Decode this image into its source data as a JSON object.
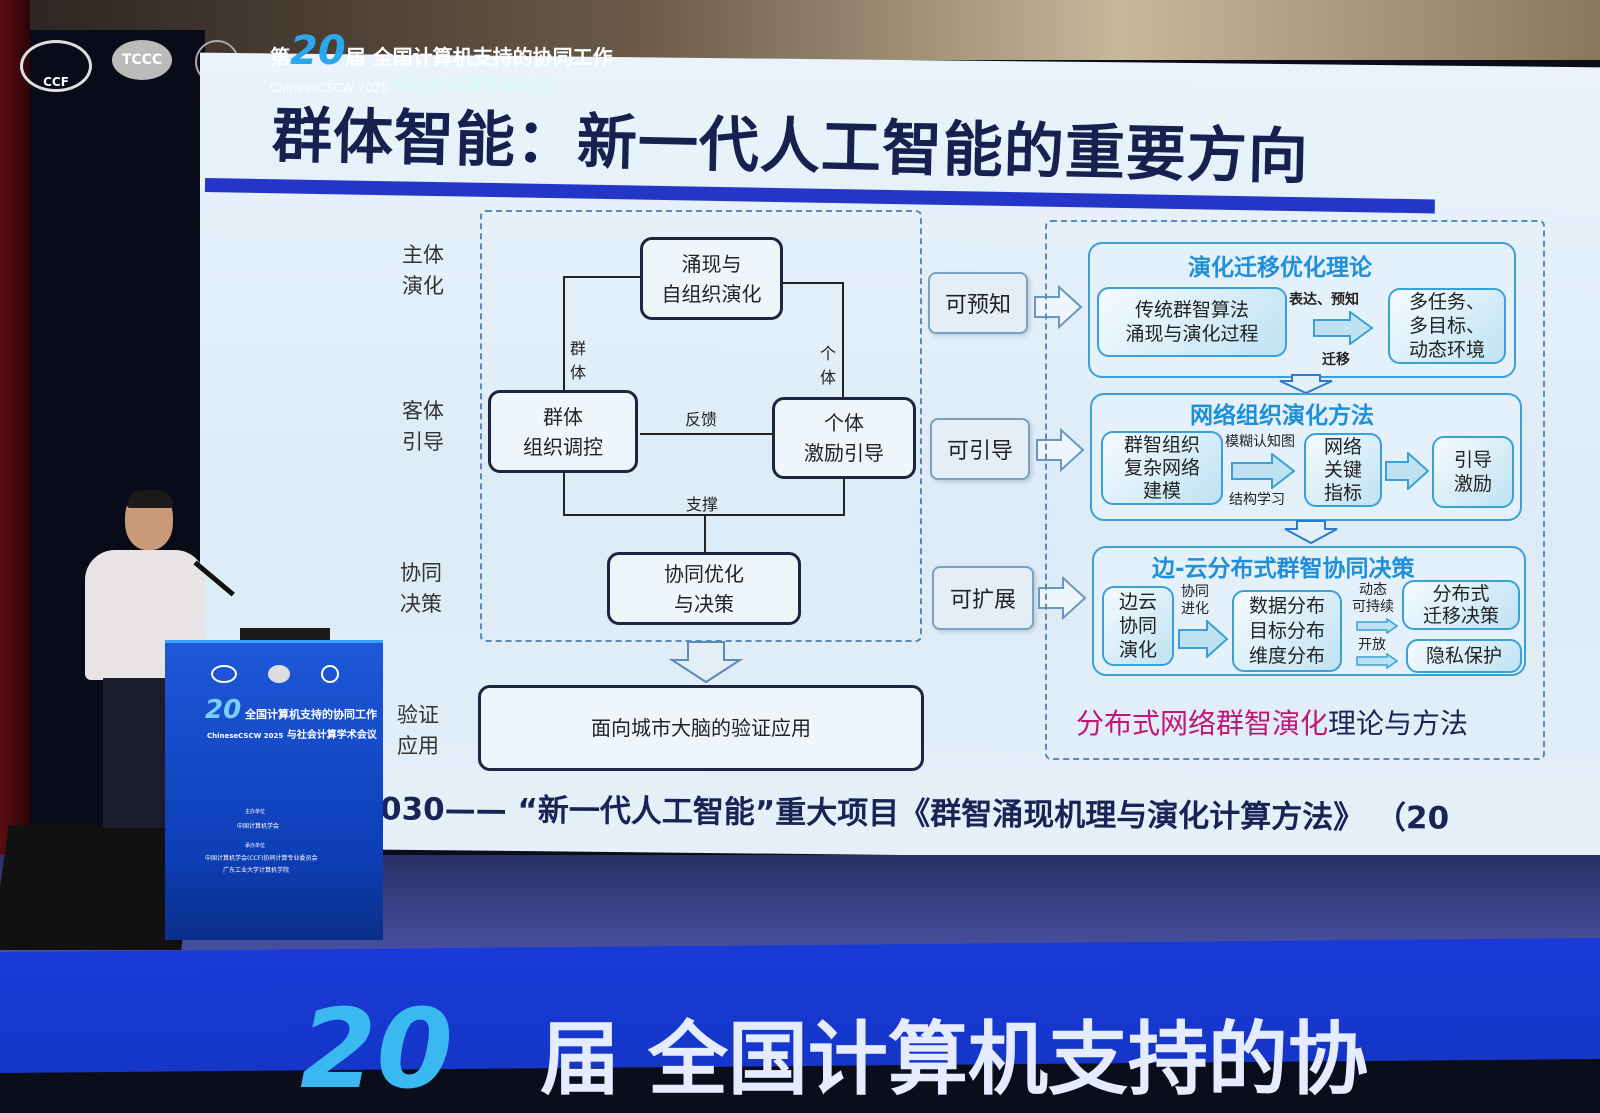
{
  "header": {
    "edition_prefix": "第",
    "edition_number": "20",
    "edition_suffix": "届",
    "conference_line1": "全国计算机支持的协同工作",
    "conference_line2": "与社会计算学术会议",
    "conference_short": "ChineseCSCW 2025",
    "logos": [
      "CCF",
      "TCCC",
      "university-seal"
    ]
  },
  "slide": {
    "title": "群体智能：新一代人工智能的重要方向",
    "row_labels": [
      [
        "主体",
        "演化"
      ],
      [
        "客体",
        "引导"
      ],
      [
        "协同",
        "决策"
      ],
      [
        "验证",
        "应用"
      ]
    ],
    "left": {
      "emergence": [
        "涌现与",
        "自组织演化"
      ],
      "group_control": [
        "群体",
        "组织调控"
      ],
      "individual_incentive": [
        "个体",
        "激励引导"
      ],
      "cooperative": [
        "协同优化",
        "与决策"
      ],
      "group_label": [
        "群",
        "体"
      ],
      "individual_label": [
        "个",
        "体"
      ],
      "feedback": "反馈",
      "support": "支撑",
      "validation": "面向城市大脑的验证应用"
    },
    "properties": [
      "可预知",
      "可引导",
      "可扩展"
    ],
    "right": {
      "sec1": {
        "title": "演化迁移优化理论",
        "a": [
          "传统群智算法",
          "涌现与演化过程"
        ],
        "top": "表达、预知",
        "bottom": "迁移",
        "b": [
          "多任务、",
          "多目标、",
          "动态环境"
        ]
      },
      "sec2": {
        "title": "网络组织演化方法",
        "a": [
          "群智组织",
          "复杂网络",
          "建模"
        ],
        "top": "模糊认知图",
        "bottom": "结构学习",
        "b": [
          "网络",
          "关键",
          "指标"
        ],
        "c": [
          "引导",
          "激励"
        ]
      },
      "sec3": {
        "title": "边-云分布式群智协同决策",
        "a": [
          "边云",
          "协同",
          "演化"
        ],
        "a_label": [
          "协同",
          "进化"
        ],
        "b": [
          "数据分布",
          "目标分布",
          "维度分布"
        ],
        "top": [
          "动态",
          "可持续"
        ],
        "mid": "开放",
        "c": "分布式\n迁移决策",
        "c_lines": [
          "分布式",
          "迁移决策"
        ],
        "d": "隐私保护"
      },
      "caption_highlight": "分布式网络群智演化",
      "caption_rest": "理论与方法"
    },
    "footer": "030——  “新一代人工智能”重大项目《群智涌现机理与演化计算方法》 （20"
  },
  "podium": {
    "edition_number": "20",
    "line1": "全国计算机支持的协同工作",
    "line2": "与社会计算学术会议",
    "short": "ChineseCSCW 2025",
    "organizer_label": "主办单位",
    "organizer": "中国计算机学会",
    "co_label": "承办单位",
    "co1": "中国计算机学会(CCF)协同计算专业委员会",
    "co2": "广东工业大学计算机学院"
  },
  "banner": {
    "number": "20",
    "text": "届 全国计算机支持的协"
  },
  "colors": {
    "title": "#18204f",
    "accent_blue": "#2436c8",
    "section_blue": "#1e8fd8",
    "highlight": "#c0167a",
    "podium": "#1e58d8",
    "banner": "#1a3ad8"
  }
}
